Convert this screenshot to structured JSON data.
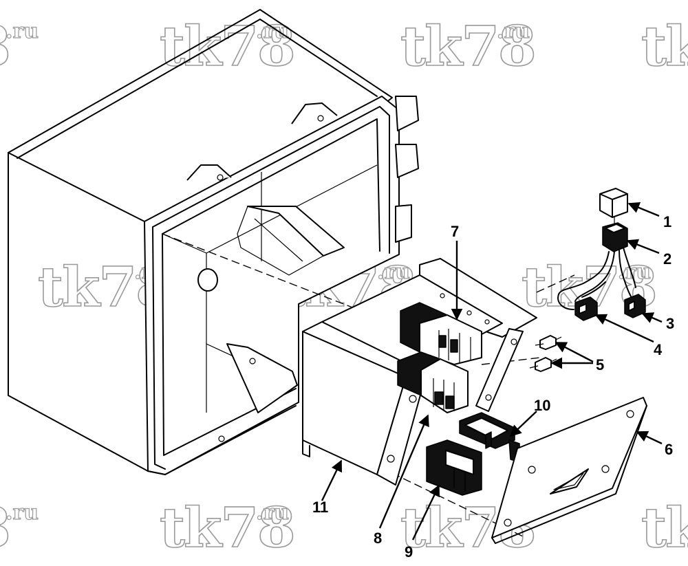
{
  "watermark": {
    "main": "tk78",
    "sup": ".ru",
    "partial_left": "8",
    "partial_right": "tk"
  },
  "callouts": [
    {
      "id": "1",
      "label": "1"
    },
    {
      "id": "2",
      "label": "2"
    },
    {
      "id": "3",
      "label": "3"
    },
    {
      "id": "4",
      "label": "4"
    },
    {
      "id": "5",
      "label": "5"
    },
    {
      "id": "6",
      "label": "6"
    },
    {
      "id": "7",
      "label": "7"
    },
    {
      "id": "8",
      "label": "8"
    },
    {
      "id": "9",
      "label": "9"
    },
    {
      "id": "10",
      "label": "10"
    },
    {
      "id": "11",
      "label": "11"
    }
  ]
}
